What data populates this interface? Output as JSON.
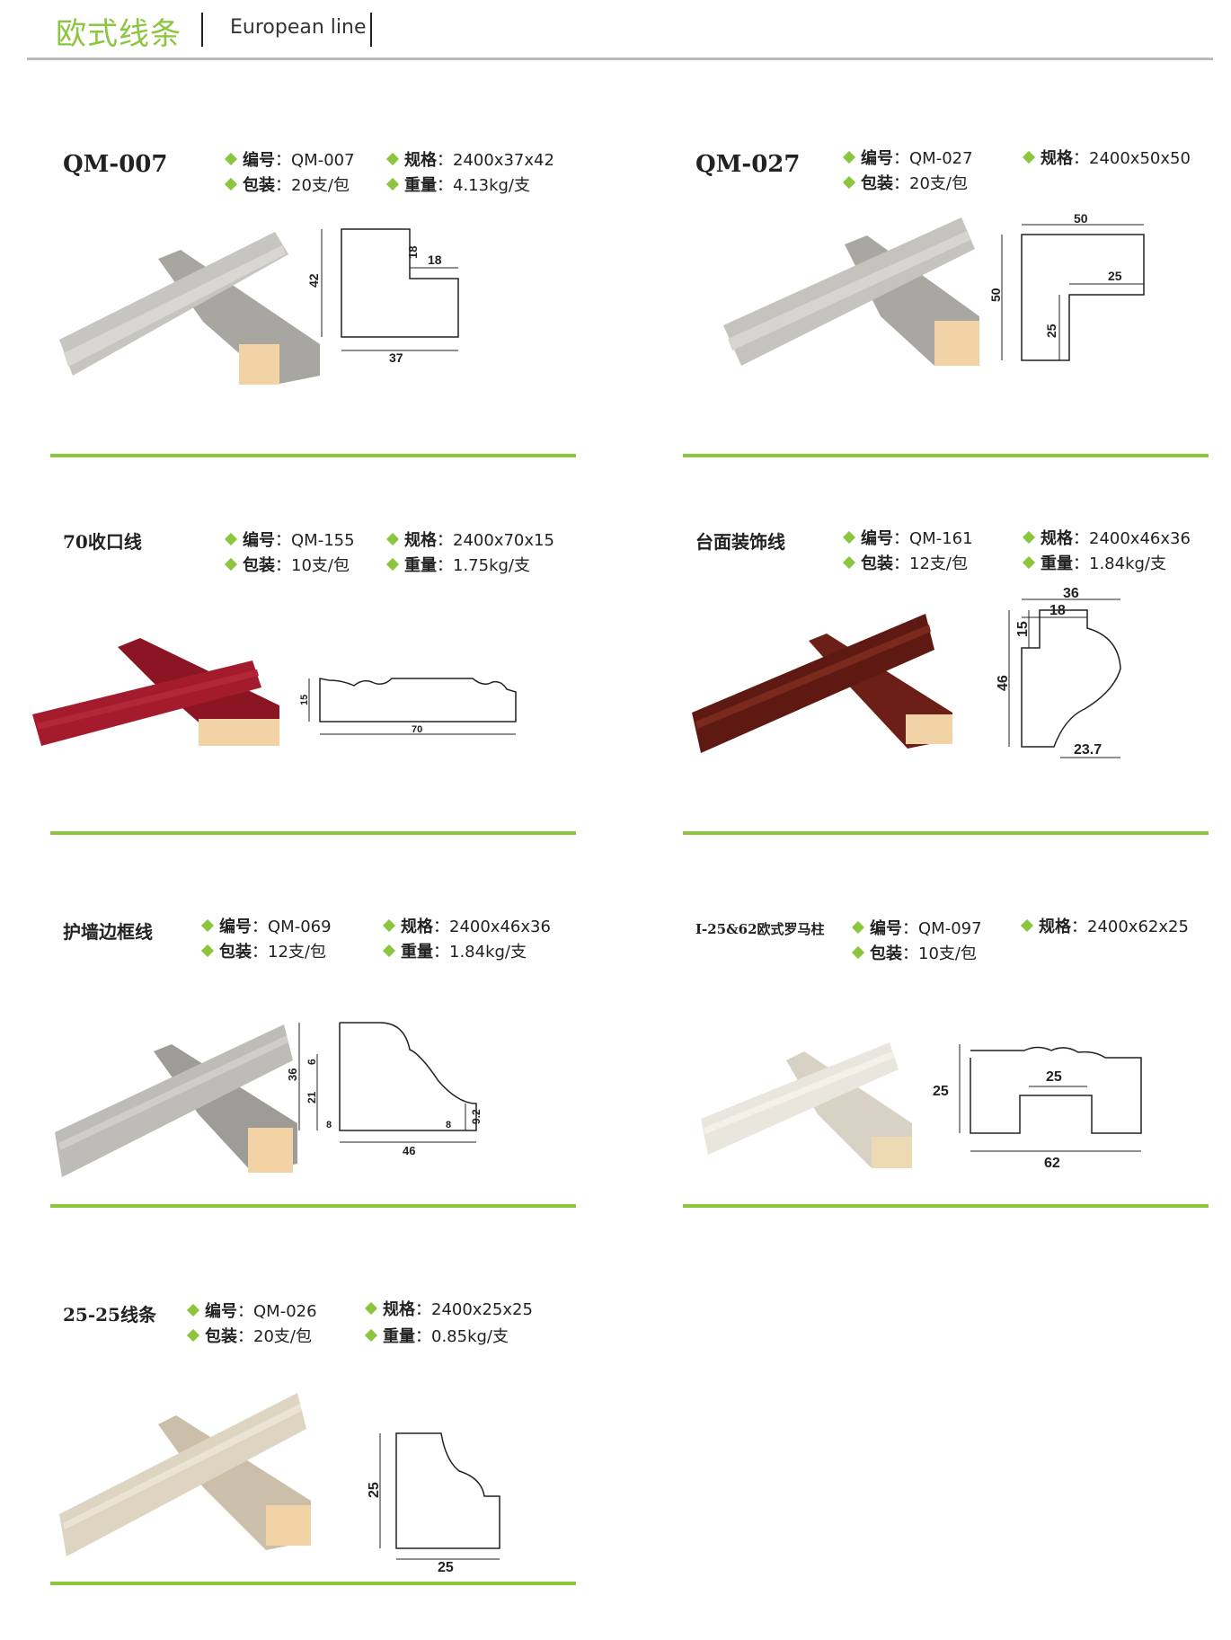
{
  "header": {
    "title_cn": "欧式线条",
    "title_en": "European line"
  },
  "labels": {
    "code": "编号",
    "pack": "包装",
    "size": "规格",
    "weight": "重量",
    "colon": "："
  },
  "colors": {
    "accent": "#8cc63f",
    "rule": "#bbbbbb"
  },
  "products": [
    {
      "title": "QM-007",
      "code": "QM-007",
      "pack": "20支/包",
      "size": "2400x37x42",
      "weight": "4.13kg/支",
      "dims": [
        "42",
        "18",
        "18",
        "37"
      ]
    },
    {
      "title": "QM-027",
      "code": "QM-027",
      "pack": "20支/包",
      "size": "2400x50x50",
      "dims": [
        "50",
        "50",
        "25",
        "25"
      ]
    },
    {
      "title": "70收口线",
      "code": "QM-155",
      "pack": "10支/包",
      "size": "2400x70x15",
      "weight": "1.75kg/支",
      "dims": [
        "15",
        "70"
      ]
    },
    {
      "title": "台面装饰线",
      "code": "QM-161",
      "pack": "12支/包",
      "size": "2400x46x36",
      "weight": "1.84kg/支",
      "dims": [
        "36",
        "18",
        "15",
        "46",
        "23.7"
      ]
    },
    {
      "title": "护墙边框线",
      "code": "QM-069",
      "pack": "12支/包",
      "size": "2400x46x36",
      "weight": "1.84kg/支",
      "dims": [
        "36",
        "6",
        "21",
        "8",
        "8",
        "46",
        "9.2"
      ]
    },
    {
      "title": "I-25&62欧式罗马柱",
      "code": "QM-097",
      "pack": "10支/包",
      "size": "2400x62x25",
      "dims": [
        "25",
        "25",
        "62"
      ]
    },
    {
      "title": "25-25线条",
      "code": "QM-026",
      "pack": "20支/包",
      "size": "2400x25x25",
      "weight": "0.85kg/支",
      "dims": [
        "25",
        "25"
      ]
    }
  ]
}
